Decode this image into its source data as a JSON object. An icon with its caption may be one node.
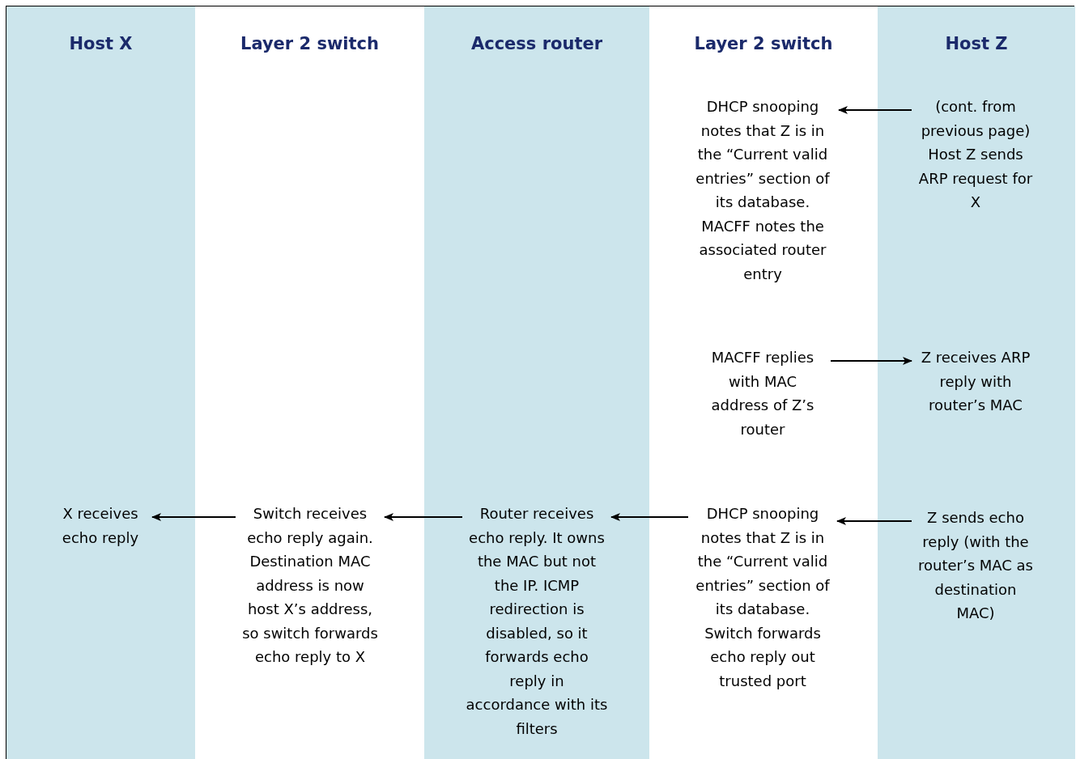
{
  "diagram": {
    "nodes": [
      {
        "text": [
          "Host X"
        ]
      },
      {
        "text": [
          "Layer 2 switch"
        ]
      },
      {
        "text": [
          "Access router"
        ]
      },
      {
        "text": [
          "Layer 2 switch"
        ]
      },
      {
        "text": [
          "Host Z"
        ]
      },
      {
        "text": [
          "(cont. from previous page) Host Z sends ARP request for X"
        ],
        "in": 4
      },
      {
        "text": [
          "DHCP snooping notes that Z is in the “Current valid entries” section of its database. MACFF notes the associated router entry"
        ],
        "in": 3
      },
      {
        "text": [
          "MACFF replies with MAC address of Z’s router"
        ],
        "in": 3
      },
      {
        "text": [
          "Z receives ARP reply with router’s MAC"
        ],
        "in": 4
      },
      {
        "text": [
          "Z sends echo reply (with the router’s MAC as destination MAC)"
        ],
        "in": 4
      },
      {
        "text": [
          "DHCP snooping notes that Z is in the “Current valid entries” section of its database. Switch forwards echo reply out trusted port"
        ],
        "in": 3
      },
      {
        "text": [
          "Router receives echo reply. It owns the MAC but not the IP. ICMP redirection is disabled, so it forwards echo reply in accordance with its filters"
        ],
        "in": 2
      },
      {
        "text": [
          "Switch receives echo reply again. Destination MAC address is now host X’s address, so switch forwards echo reply to X"
        ],
        "in": 1
      },
      {
        "text": [
          "X receives echo reply"
        ],
        "in": 0
      }
    ],
    "edges": [
      {
        "from": 5,
        "to": 6,
        "arrow": "to"
      },
      {
        "from": 7,
        "to": 8,
        "arrow": "to"
      },
      {
        "from": 9,
        "to": 10,
        "arrow": "to"
      },
      {
        "from": 10,
        "to": 11,
        "arrow": "to"
      },
      {
        "from": 11,
        "to": 12,
        "arrow": "to"
      },
      {
        "from": 12,
        "to": 13,
        "arrow": "to"
      }
    ]
  }
}
